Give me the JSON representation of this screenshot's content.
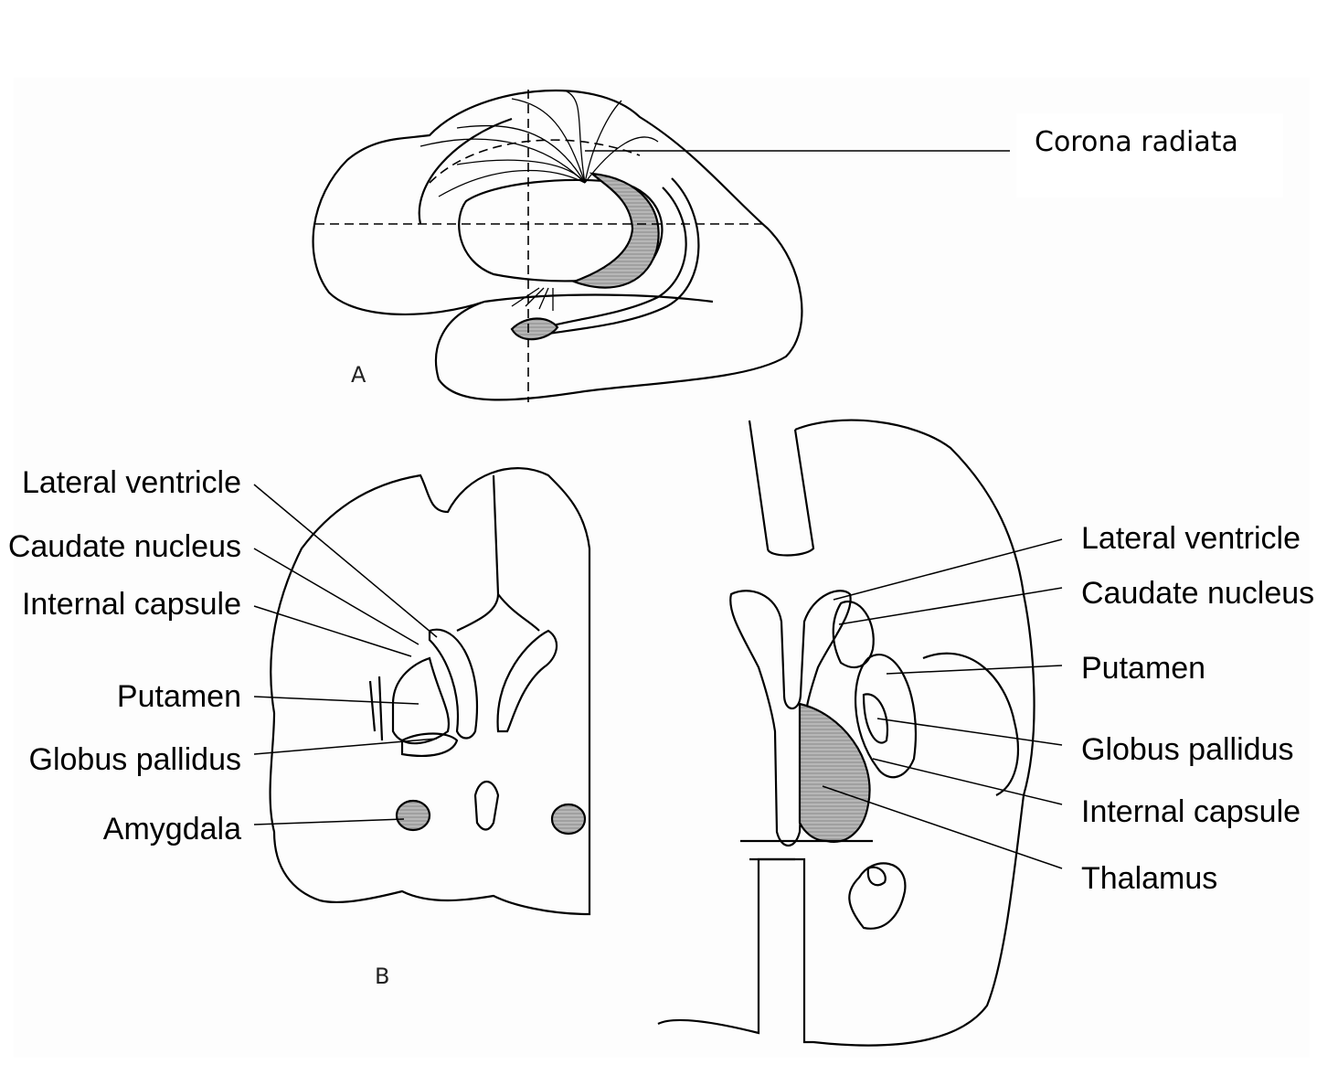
{
  "panels": {
    "a": {
      "letter": "A",
      "labels": {
        "corona_radiata": "Corona radiata"
      }
    },
    "b": {
      "letter": "B",
      "coronal_labels": {
        "lateral_ventricle": "Lateral ventricle",
        "caudate_nucleus": "Caudate nucleus",
        "internal_capsule": "Internal capsule",
        "putamen": "Putamen",
        "globus_pallidus": "Globus pallidus",
        "amygdala": "Amygdala"
      },
      "axial_labels": {
        "lateral_ventricle": "Lateral ventricle",
        "caudate_nucleus": "Caudate nucleus",
        "putamen": "Putamen",
        "globus_pallidus": "Globus pallidus",
        "internal_capsule": "Internal capsule",
        "thalamus": "Thalamus"
      }
    }
  },
  "colors": {
    "line": "#000000",
    "shade": "#b3b3b3",
    "background": "#ffffff"
  }
}
